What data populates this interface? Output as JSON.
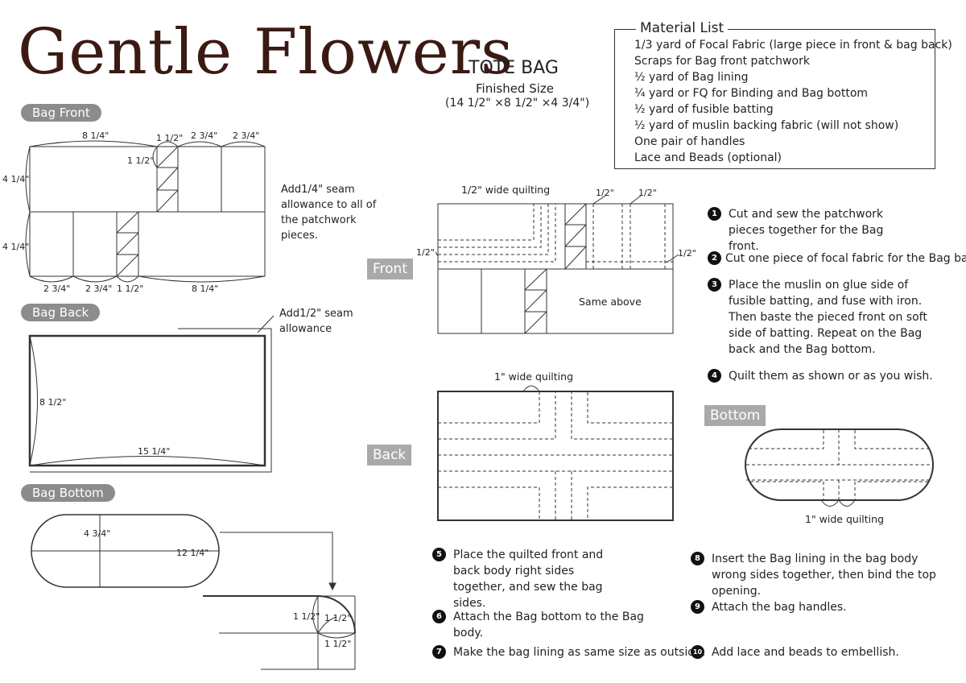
{
  "header": {
    "title": "Gentle Flowers",
    "subtitle": "TOTE BAG",
    "finished_label": "Finished Size",
    "finished_dims": "(14 1/2\" ×8 1/2\" ×4 3/4\")"
  },
  "material_list": {
    "title": "Material List",
    "items": [
      "1/3 yard of Focal Fabric (large piece in front & bag back)",
      "Scraps for Bag front patchwork",
      "½ yard of Bag lining",
      "¼ yard or FQ for Binding and Bag bottom",
      "½ yard of fusible batting",
      "½ yard of muslin backing fabric (will not show)",
      "One pair of handles",
      "Lace and Beads (optional)"
    ]
  },
  "bag_front": {
    "label": "Bag Front",
    "dims": {
      "top_left": "8 1/4\"",
      "top_strip": "1 1/2\"",
      "top_mid": "2 3/4\"",
      "top_right": "2 3/4\"",
      "strip_side": "1 1/2\"",
      "height_top": "4 1/4\"",
      "height_bottom": "4 1/4\"",
      "bottom_a": "2 3/4\"",
      "bottom_b": "2 3/4\"",
      "bottom_strip": "1 1/2\"",
      "bottom_right": "8 1/4\""
    },
    "note": "Add1/4\" seam allowance to all of the patchwork pieces."
  },
  "bag_back": {
    "label": "Bag Back",
    "height": "8 1/2\"",
    "width": "15 1/4\"",
    "note": "Add1/2\" seam allowance"
  },
  "bag_bottom": {
    "label": "Bag Bottom",
    "height": "4 3/4\"",
    "width": "12 1/4\"",
    "detail_left": "1 1/2\"",
    "detail_inner": "1 1/2\"",
    "detail_bottom": "1 1/2\""
  },
  "front_panel": {
    "label": "Front",
    "quilting": "1/2\" wide quilting",
    "mark_top1": "1/2\"",
    "mark_top2": "1/2\"",
    "mark_left": "1/2\"",
    "mark_right": "1/2\"",
    "same_text": "Same above"
  },
  "back_panel": {
    "label": "Back",
    "quilting": "1\" wide quilting"
  },
  "bottom_panel": {
    "label": "Bottom",
    "quilting": "1\" wide quilting"
  },
  "steps": [
    {
      "num": "1",
      "text": "Cut and sew the patchwork pieces together for the Bag front."
    },
    {
      "num": "2",
      "text": "Cut one piece of focal fabric for the Bag back."
    },
    {
      "num": "3",
      "text": "Place the muslin on glue side of fusible batting, and fuse with iron. Then baste the pieced front on soft side of batting. Repeat on the Bag back and the Bag bottom."
    },
    {
      "num": "4",
      "text": "Quilt them as shown or as you wish."
    },
    {
      "num": "5",
      "text": "Place the quilted front and back body right sides together, and sew the bag sides."
    },
    {
      "num": "6",
      "text": "Attach the Bag bottom to the Bag body."
    },
    {
      "num": "7",
      "text": "Make the bag lining as same size as outside."
    },
    {
      "num": "8",
      "text": "Insert the Bag lining in the bag body wrong sides together, then bind the top opening."
    },
    {
      "num": "9",
      "text": "Attach the bag handles."
    },
    {
      "num": "10",
      "text": "Add lace and beads to embellish."
    }
  ]
}
